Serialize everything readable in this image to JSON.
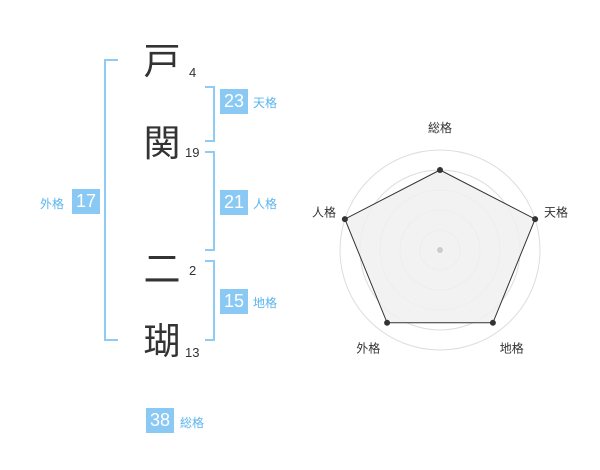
{
  "name": {
    "chars": [
      "戸",
      "関",
      "二",
      "瑚"
    ],
    "strokes": [
      "4",
      "19",
      "2",
      "13"
    ]
  },
  "scores": {
    "tenkaku": {
      "value": "23",
      "label": "天格"
    },
    "jinkaku": {
      "value": "21",
      "label": "人格"
    },
    "chikaku": {
      "value": "15",
      "label": "地格"
    },
    "gaikaku": {
      "value": "17",
      "label": "外格"
    },
    "soukaku": {
      "value": "38",
      "label": "総格"
    }
  },
  "chart_data": {
    "type": "radar",
    "axes": [
      "総格",
      "天格",
      "地格",
      "外格",
      "人格"
    ],
    "values": [
      0.8,
      1.0,
      0.9,
      0.9,
      1.0
    ],
    "rings": 5,
    "grid": true
  },
  "colors": {
    "accent": "#89c9f4",
    "label": "#5ab4ee",
    "text": "#333333",
    "radar_fill": "#f0f0f0",
    "radar_line": "#333333"
  }
}
